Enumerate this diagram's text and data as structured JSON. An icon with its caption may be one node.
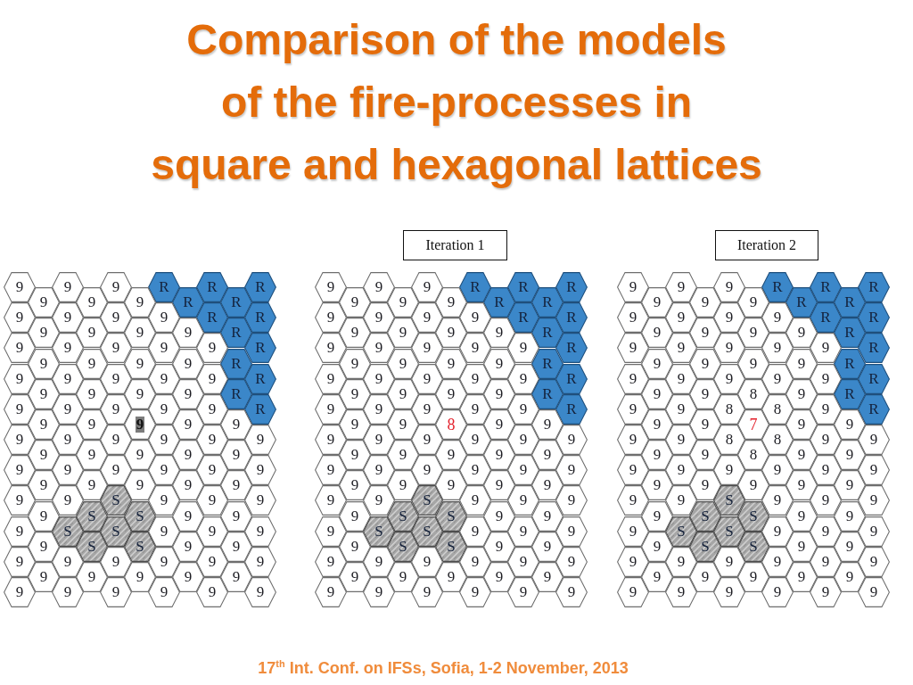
{
  "diagram": {
    "title": "Comparison of the models of the fire-processes in square and hexagonal lattices",
    "caption": "17$^{th}$ Int. Conf. on IFSs, Sofia, 1-2 November, 2013",
    "nodes": [
      {
        "text": [
          "9"
        ]
      },
      {
        "text": [
          "9"
        ]
      },
      {
        "text": [
          "9"
        ]
      },
      {
        "text": [
          "R"
        ]
      },
      {
        "text": [
          "R"
        ]
      },
      {
        "text": [
          "R"
        ]
      },
      {
        "text": [
          "9"
        ]
      },
      {
        "text": [
          "9"
        ]
      },
      {
        "text": [
          "9"
        ]
      },
      {
        "text": [
          "R"
        ]
      },
      {
        "text": [
          "R"
        ]
      },
      {
        "text": [
          "9"
        ]
      },
      {
        "text": [
          "9"
        ]
      },
      {
        "text": [
          "9"
        ]
      },
      {
        "text": [
          "9"
        ]
      },
      {
        "text": [
          "R"
        ]
      },
      {
        "text": [
          "R"
        ]
      },
      {
        "text": [
          "9"
        ]
      },
      {
        "text": [
          "9"
        ]
      },
      {
        "text": [
          "9"
        ]
      },
      {
        "text": [
          "9"
        ]
      },
      {
        "text": [
          "R"
        ]
      },
      {
        "text": [
          "9"
        ]
      },
      {
        "text": [
          "9"
        ]
      },
      {
        "text": [
          "9"
        ]
      },
      {
        "text": [
          "9"
        ]
      },
      {
        "text": [
          "9"
        ]
      },
      {
        "text": [
          "R"
        ]
      },
      {
        "text": [
          "9"
        ]
      },
      {
        "text": [
          "9"
        ]
      },
      {
        "text": [
          "9"
        ]
      },
      {
        "text": [
          "9"
        ]
      },
      {
        "text": [
          "R"
        ]
      },
      {
        "text": [
          "9"
        ]
      },
      {
        "text": [
          "9"
        ]
      },
      {
        "text": [
          "9"
        ]
      },
      {
        "text": [
          "9"
        ]
      },
      {
        "text": [
          "9"
        ]
      },
      {
        "text": [
          "R"
        ]
      },
      {
        "text": [
          "9"
        ]
      },
      {
        "text": [
          "9"
        ]
      },
      {
        "text": [
          "9"
        ]
      },
      {
        "text": [
          "9"
        ]
      },
      {
        "text": [
          "R"
        ]
      },
      {
        "text": [
          "9"
        ]
      },
      {
        "text": [
          "9"
        ]
      },
      {
        "text": [
          "9"
        ]
      },
      {
        "text": [
          "9"
        ]
      },
      {
        "text": [
          "9"
        ]
      },
      {
        "text": [
          "R"
        ]
      },
      {
        "text": [
          "9"
        ]
      },
      {
        "text": [
          "9"
        ]
      },
      {
        "text": [
          "9"
        ]
      },
      {
        "text": [
          "9"
        ]
      },
      {
        "text": [
          "9"
        ]
      },
      {
        "text": [
          "9"
        ]
      },
      {
        "text": [
          "9"
        ]
      },
      {
        "text": [
          "9"
        ]
      },
      {
        "text": [
          "9"
        ]
      },
      {
        "text": [
          "9"
        ]
      },
      {
        "text": [
          "9"
        ]
      },
      {
        "text": [
          "9"
        ]
      },
      {
        "text": [
          "9"
        ]
      },
      {
        "text": [
          "9"
        ]
      },
      {
        "text": [
          "9"
        ]
      },
      {
        "text": [
          "9"
        ]
      },
      {
        "text": [
          "9"
        ]
      },
      {
        "text": [
          "9"
        ]
      },
      {
        "text": [
          "9"
        ]
      },
      {
        "text": [
          "9"
        ]
      },
      {
        "text": [
          "9"
        ]
      },
      {
        "text": [
          "9"
        ]
      },
      {
        "text": [
          "9"
        ]
      },
      {
        "text": [
          "9"
        ]
      },
      {
        "text": [
          "9"
        ]
      },
      {
        "text": [
          "9"
        ]
      },
      {
        "text": [
          "9"
        ]
      },
      {
        "text": [
          "9"
        ]
      },
      {
        "text": [
          "9"
        ]
      },
      {
        "text": [
          "S"
        ]
      },
      {
        "text": [
          "9"
        ]
      },
      {
        "text": [
          "9"
        ]
      },
      {
        "text": [
          "9"
        ]
      },
      {
        "text": [
          "9"
        ]
      },
      {
        "text": [
          "S"
        ]
      },
      {
        "text": [
          "S"
        ]
      },
      {
        "text": [
          "9"
        ]
      },
      {
        "text": [
          "9"
        ]
      },
      {
        "text": [
          "9"
        ]
      },
      {
        "text": [
          "S"
        ]
      },
      {
        "text": [
          "S"
        ]
      },
      {
        "text": [
          "9"
        ]
      },
      {
        "text": [
          "9"
        ]
      },
      {
        "text": [
          "9"
        ]
      },
      {
        "text": [
          "9"
        ]
      },
      {
        "text": [
          "S"
        ]
      },
      {
        "text": [
          "S"
        ]
      },
      {
        "text": [
          "9"
        ]
      },
      {
        "text": [
          "9"
        ]
      },
      {
        "text": [
          "9"
        ]
      },
      {
        "text": [
          "9"
        ]
      },
      {
        "text": [
          "9"
        ]
      },
      {
        "text": [
          "9"
        ]
      },
      {
        "text": [
          "9"
        ]
      },
      {
        "text": [
          "9"
        ]
      },
      {
        "text": [
          "9"
        ]
      },
      {
        "text": [
          "9"
        ]
      },
      {
        "text": [
          "9"
        ]
      },
      {
        "text": [
          "9"
        ]
      },
      {
        "text": [
          "9"
        ]
      },
      {
        "text": [
          "9"
        ]
      },
      {
        "text": [
          "9"
        ]
      },
      {
        "text": [
          "9"
        ]
      },
      {
        "text": [
          "9"
        ]
      },
      {
        "text": [
          "9"
        ]
      },
      {
        "text": [
          "9"
        ]
      },
      {
        "text": [
          "Iteration 1"
        ]
      },
      {
        "text": [
          "9"
        ]
      },
      {
        "text": [
          "9"
        ]
      },
      {
        "text": [
          "9"
        ]
      },
      {
        "text": [
          "R"
        ]
      },
      {
        "text": [
          "R"
        ]
      },
      {
        "text": [
          "R"
        ]
      },
      {
        "text": [
          "9"
        ]
      },
      {
        "text": [
          "9"
        ]
      },
      {
        "text": [
          "9"
        ]
      },
      {
        "text": [
          "R"
        ]
      },
      {
        "text": [
          "R"
        ]
      },
      {
        "text": [
          "9"
        ]
      },
      {
        "text": [
          "9"
        ]
      },
      {
        "text": [
          "9"
        ]
      },
      {
        "text": [
          "9"
        ]
      },
      {
        "text": [
          "R"
        ]
      },
      {
        "text": [
          "R"
        ]
      },
      {
        "text": [
          "9"
        ]
      },
      {
        "text": [
          "9"
        ]
      },
      {
        "text": [
          "9"
        ]
      },
      {
        "text": [
          "9"
        ]
      },
      {
        "text": [
          "R"
        ]
      },
      {
        "text": [
          "9"
        ]
      },
      {
        "text": [
          "9"
        ]
      },
      {
        "text": [
          "9"
        ]
      },
      {
        "text": [
          "9"
        ]
      },
      {
        "text": [
          "9"
        ]
      },
      {
        "text": [
          "R"
        ]
      },
      {
        "text": [
          "9"
        ]
      },
      {
        "text": [
          "9"
        ]
      },
      {
        "text": [
          "9"
        ]
      },
      {
        "text": [
          "9"
        ]
      },
      {
        "text": [
          "R"
        ]
      },
      {
        "text": [
          "9"
        ]
      },
      {
        "text": [
          "9"
        ]
      },
      {
        "text": [
          "9"
        ]
      },
      {
        "text": [
          "9"
        ]
      },
      {
        "text": [
          "9"
        ]
      },
      {
        "text": [
          "R"
        ]
      },
      {
        "text": [
          "9"
        ]
      },
      {
        "text": [
          "9"
        ]
      },
      {
        "text": [
          "9"
        ]
      },
      {
        "text": [
          "9"
        ]
      },
      {
        "text": [
          "R"
        ]
      },
      {
        "text": [
          "9"
        ]
      },
      {
        "text": [
          "9"
        ]
      },
      {
        "text": [
          "9"
        ]
      },
      {
        "text": [
          "9"
        ]
      },
      {
        "text": [
          "9"
        ]
      },
      {
        "text": [
          "R"
        ]
      },
      {
        "text": [
          "9"
        ]
      },
      {
        "text": [
          "9"
        ]
      },
      {
        "text": [
          "8"
        ]
      },
      {
        "text": [
          "9"
        ]
      },
      {
        "text": [
          "9"
        ]
      },
      {
        "text": [
          "9"
        ]
      },
      {
        "text": [
          "9"
        ]
      },
      {
        "text": [
          "9"
        ]
      },
      {
        "text": [
          "9"
        ]
      },
      {
        "text": [
          "9"
        ]
      },
      {
        "text": [
          "9"
        ]
      },
      {
        "text": [
          "9"
        ]
      },
      {
        "text": [
          "9"
        ]
      },
      {
        "text": [
          "9"
        ]
      },
      {
        "text": [
          "9"
        ]
      },
      {
        "text": [
          "9"
        ]
      },
      {
        "text": [
          "9"
        ]
      },
      {
        "text": [
          "9"
        ]
      },
      {
        "text": [
          "9"
        ]
      },
      {
        "text": [
          "9"
        ]
      },
      {
        "text": [
          "9"
        ]
      },
      {
        "text": [
          "9"
        ]
      },
      {
        "text": [
          "9"
        ]
      },
      {
        "text": [
          "9"
        ]
      },
      {
        "text": [
          "9"
        ]
      },
      {
        "text": [
          "9"
        ]
      },
      {
        "text": [
          "9"
        ]
      },
      {
        "text": [
          "9"
        ]
      },
      {
        "text": [
          "9"
        ]
      },
      {
        "text": [
          "S"
        ]
      },
      {
        "text": [
          "9"
        ]
      },
      {
        "text": [
          "9"
        ]
      },
      {
        "text": [
          "9"
        ]
      },
      {
        "text": [
          "9"
        ]
      },
      {
        "text": [
          "S"
        ]
      },
      {
        "text": [
          "S"
        ]
      },
      {
        "text": [
          "9"
        ]
      },
      {
        "text": [
          "9"
        ]
      },
      {
        "text": [
          "9"
        ]
      },
      {
        "text": [
          "S"
        ]
      },
      {
        "text": [
          "S"
        ]
      },
      {
        "text": [
          "9"
        ]
      },
      {
        "text": [
          "9"
        ]
      },
      {
        "text": [
          "9"
        ]
      },
      {
        "text": [
          "9"
        ]
      },
      {
        "text": [
          "S"
        ]
      },
      {
        "text": [
          "S"
        ]
      },
      {
        "text": [
          "9"
        ]
      },
      {
        "text": [
          "9"
        ]
      },
      {
        "text": [
          "9"
        ]
      },
      {
        "text": [
          "9"
        ]
      },
      {
        "text": [
          "9"
        ]
      },
      {
        "text": [
          "9"
        ]
      },
      {
        "text": [
          "9"
        ]
      },
      {
        "text": [
          "9"
        ]
      },
      {
        "text": [
          "9"
        ]
      },
      {
        "text": [
          "9"
        ]
      },
      {
        "text": [
          "9"
        ]
      },
      {
        "text": [
          "9"
        ]
      },
      {
        "text": [
          "9"
        ]
      },
      {
        "text": [
          "9"
        ]
      },
      {
        "text": [
          "9"
        ]
      },
      {
        "text": [
          "9"
        ]
      },
      {
        "text": [
          "9"
        ]
      },
      {
        "text": [
          "9"
        ]
      },
      {
        "text": [
          "9"
        ]
      },
      {
        "text": [
          "Iteration 2"
        ]
      },
      {
        "text": [
          "9"
        ]
      },
      {
        "text": [
          "9"
        ]
      },
      {
        "text": [
          "9"
        ]
      },
      {
        "text": [
          "R"
        ]
      },
      {
        "text": [
          "R"
        ]
      },
      {
        "text": [
          "R"
        ]
      },
      {
        "text": [
          "9"
        ]
      },
      {
        "text": [
          "9"
        ]
      },
      {
        "text": [
          "9"
        ]
      },
      {
        "text": [
          "R"
        ]
      },
      {
        "text": [
          "R"
        ]
      },
      {
        "text": [
          "9"
        ]
      },
      {
        "text": [
          "9"
        ]
      },
      {
        "text": [
          "9"
        ]
      },
      {
        "text": [
          "9"
        ]
      },
      {
        "text": [
          "R"
        ]
      },
      {
        "text": [
          "R"
        ]
      },
      {
        "text": [
          "9"
        ]
      },
      {
        "text": [
          "9"
        ]
      },
      {
        "text": [
          "9"
        ]
      },
      {
        "text": [
          "9"
        ]
      },
      {
        "text": [
          "R"
        ]
      },
      {
        "text": [
          "9"
        ]
      },
      {
        "text": [
          "9"
        ]
      },
      {
        "text": [
          "9"
        ]
      },
      {
        "text": [
          "9"
        ]
      },
      {
        "text": [
          "9"
        ]
      },
      {
        "text": [
          "R"
        ]
      },
      {
        "text": [
          "9"
        ]
      },
      {
        "text": [
          "9"
        ]
      },
      {
        "text": [
          "9"
        ]
      },
      {
        "text": [
          "9"
        ]
      },
      {
        "text": [
          "R"
        ]
      },
      {
        "text": [
          "9"
        ]
      },
      {
        "text": [
          "9"
        ]
      },
      {
        "text": [
          "9"
        ]
      },
      {
        "text": [
          "9"
        ]
      },
      {
        "text": [
          "9"
        ]
      },
      {
        "text": [
          "R"
        ]
      },
      {
        "text": [
          "9"
        ]
      },
      {
        "text": [
          "9"
        ]
      },
      {
        "text": [
          "8"
        ]
      },
      {
        "text": [
          "9"
        ]
      },
      {
        "text": [
          "R"
        ]
      },
      {
        "text": [
          "9"
        ]
      },
      {
        "text": [
          "9"
        ]
      },
      {
        "text": [
          "8"
        ]
      },
      {
        "text": [
          "8"
        ]
      },
      {
        "text": [
          "9"
        ]
      },
      {
        "text": [
          "R"
        ]
      },
      {
        "text": [
          "9"
        ]
      },
      {
        "text": [
          "9"
        ]
      },
      {
        "text": [
          "7"
        ]
      },
      {
        "text": [
          "9"
        ]
      },
      {
        "text": [
          "9"
        ]
      },
      {
        "text": [
          "9"
        ]
      },
      {
        "text": [
          "9"
        ]
      },
      {
        "text": [
          "8"
        ]
      },
      {
        "text": [
          "8"
        ]
      },
      {
        "text": [
          "9"
        ]
      },
      {
        "text": [
          "9"
        ]
      },
      {
        "text": [
          "9"
        ]
      },
      {
        "text": [
          "9"
        ]
      },
      {
        "text": [
          "8"
        ]
      },
      {
        "text": [
          "9"
        ]
      },
      {
        "text": [
          "9"
        ]
      },
      {
        "text": [
          "9"
        ]
      },
      {
        "text": [
          "9"
        ]
      },
      {
        "text": [
          "9"
        ]
      },
      {
        "text": [
          "9"
        ]
      },
      {
        "text": [
          "9"
        ]
      },
      {
        "text": [
          "9"
        ]
      },
      {
        "text": [
          "9"
        ]
      },
      {
        "text": [
          "9"
        ]
      },
      {
        "text": [
          "9"
        ]
      },
      {
        "text": [
          "9"
        ]
      },
      {
        "text": [
          "9"
        ]
      },
      {
        "text": [
          "9"
        ]
      },
      {
        "text": [
          "9"
        ]
      },
      {
        "text": [
          "S"
        ]
      },
      {
        "text": [
          "9"
        ]
      },
      {
        "text": [
          "9"
        ]
      },
      {
        "text": [
          "9"
        ]
      },
      {
        "text": [
          "9"
        ]
      },
      {
        "text": [
          "S"
        ]
      },
      {
        "text": [
          "S"
        ]
      },
      {
        "text": [
          "9"
        ]
      },
      {
        "text": [
          "9"
        ]
      },
      {
        "text": [
          "9"
        ]
      },
      {
        "text": [
          "S"
        ]
      },
      {
        "text": [
          "S"
        ]
      },
      {
        "text": [
          "9"
        ]
      },
      {
        "text": [
          "9"
        ]
      },
      {
        "text": [
          "9"
        ]
      },
      {
        "text": [
          "9"
        ]
      },
      {
        "text": [
          "S"
        ]
      },
      {
        "text": [
          "S"
        ]
      },
      {
        "text": [
          "9"
        ]
      },
      {
        "text": [
          "9"
        ]
      },
      {
        "text": [
          "9"
        ]
      },
      {
        "text": [
          "9"
        ]
      },
      {
        "text": [
          "9"
        ]
      },
      {
        "text": [
          "9"
        ]
      },
      {
        "text": [
          "9"
        ]
      },
      {
        "text": [
          "9"
        ]
      },
      {
        "text": [
          "9"
        ]
      },
      {
        "text": [
          "9"
        ]
      },
      {
        "text": [
          "9"
        ]
      },
      {
        "text": [
          "9"
        ]
      },
      {
        "text": [
          "9"
        ]
      },
      {
        "text": [
          "9"
        ]
      },
      {
        "text": [
          "9"
        ]
      },
      {
        "text": [
          "9"
        ]
      },
      {
        "text": [
          "9"
        ]
      },
      {
        "text": [
          "9"
        ]
      },
      {
        "text": [
          "9"
        ]
      }
    ]
  }
}
